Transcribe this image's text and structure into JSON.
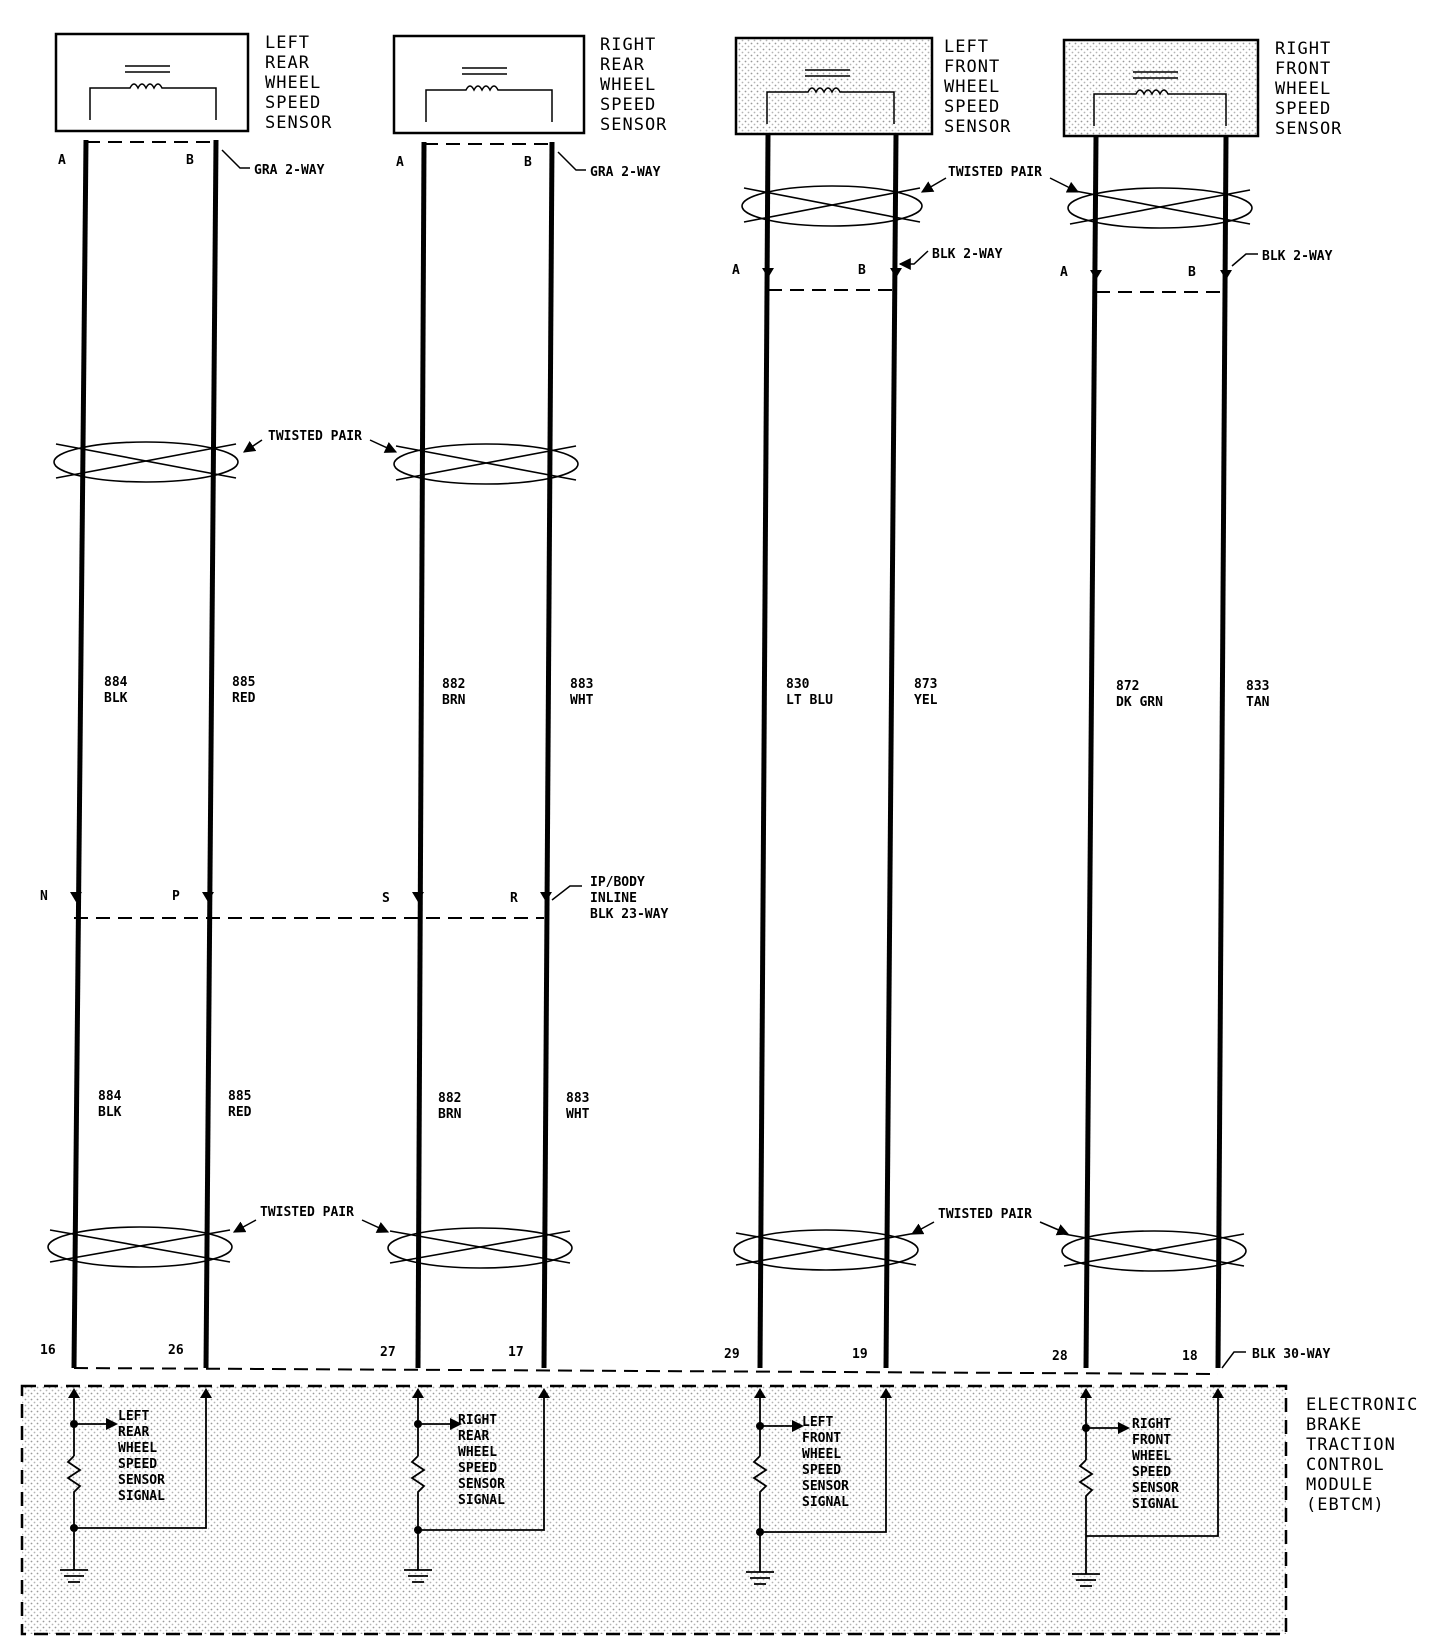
{
  "sensors": [
    {
      "lines": [
        "LEFT",
        "REAR",
        "WHEEL",
        "SPEED",
        "SENSOR"
      ],
      "pin_a": "A",
      "pin_b": "B",
      "connector": "GRA 2-WAY"
    },
    {
      "lines": [
        "RIGHT",
        "REAR",
        "WHEEL",
        "SPEED",
        "SENSOR"
      ],
      "pin_a": "A",
      "pin_b": "B",
      "connector": "GRA 2-WAY"
    },
    {
      "lines": [
        "LEFT",
        "FRONT",
        "WHEEL",
        "SPEED",
        "SENSOR"
      ],
      "pin_a": "A",
      "pin_b": "B",
      "connector": "BLK 2-WAY"
    },
    {
      "lines": [
        "RIGHT",
        "FRONT",
        "WHEEL",
        "SPEED",
        "SENSOR"
      ],
      "pin_a": "A",
      "pin_b": "B",
      "connector": "BLK 2-WAY"
    }
  ],
  "twisted_pair_label": "TWISTED PAIR",
  "wires_upper": [
    {
      "circuit": "884",
      "color": "BLK"
    },
    {
      "circuit": "885",
      "color": "RED"
    },
    {
      "circuit": "882",
      "color": "BRN"
    },
    {
      "circuit": "883",
      "color": "WHT"
    },
    {
      "circuit": "830",
      "color": "LT BLU"
    },
    {
      "circuit": "873",
      "color": "YEL"
    },
    {
      "circuit": "872",
      "color": "DK GRN"
    },
    {
      "circuit": "833",
      "color": "TAN"
    }
  ],
  "inline_connector": {
    "lines": [
      "IP/BODY",
      "INLINE",
      "BLK 23-WAY"
    ],
    "pins": [
      "N",
      "P",
      "S",
      "R"
    ]
  },
  "wires_lower": [
    {
      "circuit": "884",
      "color": "BLK"
    },
    {
      "circuit": "885",
      "color": "RED"
    },
    {
      "circuit": "882",
      "color": "BRN"
    },
    {
      "circuit": "883",
      "color": "WHT"
    }
  ],
  "module_pins": [
    "16",
    "26",
    "27",
    "17",
    "29",
    "19",
    "28",
    "18"
  ],
  "module_connector": "BLK 30-WAY",
  "module_signals": [
    [
      "LEFT",
      "REAR",
      "WHEEL",
      "SPEED",
      "SENSOR",
      "SIGNAL"
    ],
    [
      "RIGHT",
      "REAR",
      "WHEEL",
      "SPEED",
      "SENSOR",
      "SIGNAL"
    ],
    [
      "LEFT",
      "FRONT",
      "WHEEL",
      "SPEED",
      "SENSOR",
      "SIGNAL"
    ],
    [
      "RIGHT",
      "FRONT",
      "WHEEL",
      "SPEED",
      "SENSOR",
      "SIGNAL"
    ]
  ],
  "module_name": [
    "ELECTRONIC",
    "BRAKE",
    "TRACTION",
    "CONTROL",
    "MODULE",
    "(EBTCM)"
  ]
}
